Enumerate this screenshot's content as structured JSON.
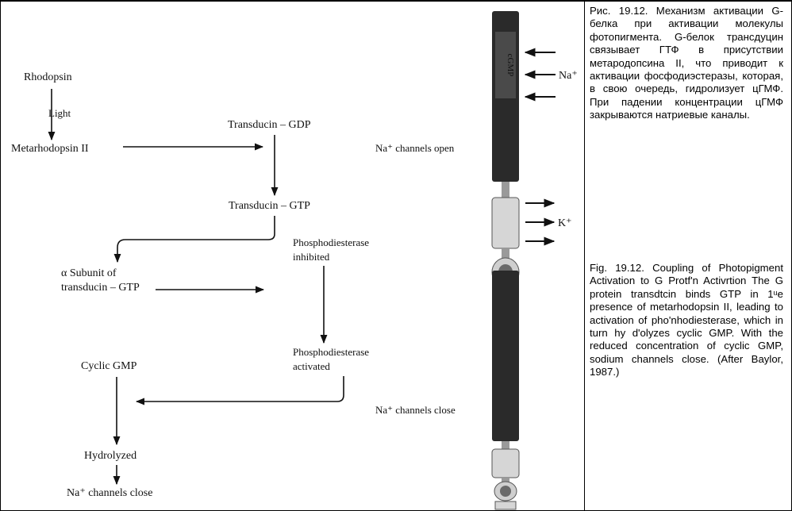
{
  "nodes": {
    "rhodopsin": "Rhodopsin",
    "light": "Light",
    "metarhodopsin": "Metarhodopsin II",
    "transducin_gdp": "Transducin – GDP",
    "transducin_gtp": "Transducin – GTP",
    "alpha_line1": "α Subunit of",
    "alpha_line2": "transducin – GTP",
    "pde_inhibited_1": "Phosphodiesterase",
    "pde_inhibited_2": "inhibited",
    "pde_activated_1": "Phosphodiesterase",
    "pde_activated_2": "activated",
    "cyclic_gmp": "Cyclic GMP",
    "hydrolyzed": "Hydrolyzed",
    "na_close_flow": "Na⁺ channels close"
  },
  "cells": {
    "gmp_label": "cGMP",
    "na_ion": "Na⁺",
    "k_ion": "K⁺",
    "open_label": "Na⁺ channels open",
    "close_label": "Na⁺ channels close"
  },
  "caption": {
    "russian": "Рис. 19.12. Механизм активации G-белка при активации молекулы фотопигмента. G-белок трансдуцин связывает ГТФ в присутствии метародопсина II, что приводит к активации фосфодиэстеразы, которая, в свою очередь, гидролизует цГМФ. При падении концентрации цГМФ закрываются натриевые каналы.",
    "english": "Fig. 19.12. Coupling of Photopigment Activation to G Protf'n Activrtion The G protein transdtcin binds GTP in 1ᵘe presence of metarhodopsin II, leading to activation of pho'nhodiesterase, which in turn hy d'olyzes cyclic GMP. With the reduced concentration of cyclic GMP, sodium channels close. (After Baylor, 1987.)"
  },
  "colors": {
    "ink": "#111111",
    "cell_dark": "#2a2a2a",
    "cell_mid": "#9a9a9a",
    "cell_light": "#d6d6d6"
  }
}
